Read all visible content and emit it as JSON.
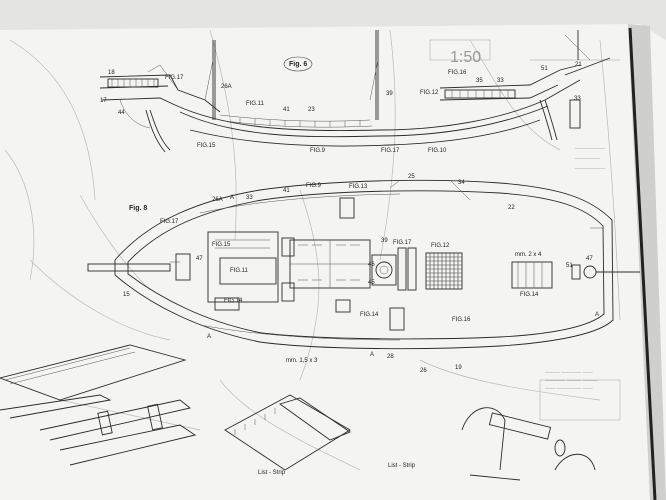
{
  "figure_titles": {
    "side": "Fig. 6",
    "plan": "Fig. 8"
  },
  "scale_label": "1:50",
  "side_labels": [
    {
      "id": "s18",
      "text": "18"
    },
    {
      "id": "s17",
      "text": "17"
    },
    {
      "id": "s44",
      "text": "44"
    },
    {
      "id": "sfig17",
      "text": "FIG.17"
    },
    {
      "id": "s26a",
      "text": "26A"
    },
    {
      "id": "sfig11",
      "text": "FIG.11"
    },
    {
      "id": "s41",
      "text": "41"
    },
    {
      "id": "s23",
      "text": "23"
    },
    {
      "id": "sfig15",
      "text": "FIG.15"
    },
    {
      "id": "sfig9",
      "text": "FIG.9"
    },
    {
      "id": "sfig17b",
      "text": "FIG.17"
    },
    {
      "id": "sfig10",
      "text": "FIG.10"
    },
    {
      "id": "s39",
      "text": "39"
    },
    {
      "id": "sfig12",
      "text": "FIG.12"
    },
    {
      "id": "sfig16",
      "text": "FIG.16"
    },
    {
      "id": "s35",
      "text": "35"
    },
    {
      "id": "s33",
      "text": "33"
    },
    {
      "id": "s51",
      "text": "51"
    },
    {
      "id": "s21",
      "text": "21"
    },
    {
      "id": "s33b",
      "text": "33"
    }
  ],
  "plan_labels": [
    {
      "id": "p26a",
      "text": "26A"
    },
    {
      "id": "pa1",
      "text": "A"
    },
    {
      "id": "p33",
      "text": "33"
    },
    {
      "id": "p41",
      "text": "41"
    },
    {
      "id": "pfig9",
      "text": "FIG.9"
    },
    {
      "id": "pfig13",
      "text": "FIG.13"
    },
    {
      "id": "p25",
      "text": "25"
    },
    {
      "id": "p34",
      "text": "34"
    },
    {
      "id": "p22",
      "text": "22"
    },
    {
      "id": "pfig17",
      "text": "FIG.17"
    },
    {
      "id": "p47",
      "text": "47"
    },
    {
      "id": "p15",
      "text": "15"
    },
    {
      "id": "pfig15",
      "text": "FIG.15"
    },
    {
      "id": "pfig11",
      "text": "FIG.11"
    },
    {
      "id": "pfig14",
      "text": "FIG.14"
    },
    {
      "id": "p39",
      "text": "39"
    },
    {
      "id": "pfig17b",
      "text": "FIG.17"
    },
    {
      "id": "p46",
      "text": "46"
    },
    {
      "id": "p45",
      "text": "45"
    },
    {
      "id": "pfig12",
      "text": "FIG.12"
    },
    {
      "id": "pmm",
      "text": "mm. 2 x 4"
    },
    {
      "id": "p51",
      "text": "51"
    },
    {
      "id": "p47b",
      "text": "47"
    },
    {
      "id": "pfig14b",
      "text": "FIG.14"
    },
    {
      "id": "pfig14c",
      "text": "FIG.14"
    },
    {
      "id": "pfig16",
      "text": "FIG.16"
    },
    {
      "id": "pmm2",
      "text": "mm. 1,5 x 3"
    },
    {
      "id": "p28",
      "text": "28"
    },
    {
      "id": "p26",
      "text": "26"
    },
    {
      "id": "p19",
      "text": "19"
    },
    {
      "id": "pa2",
      "text": "A"
    },
    {
      "id": "pa3",
      "text": "A"
    },
    {
      "id": "pa4",
      "text": "A"
    }
  ],
  "lower_labels": {
    "strip1": "List - Strip",
    "strip2": "List - Strip"
  }
}
